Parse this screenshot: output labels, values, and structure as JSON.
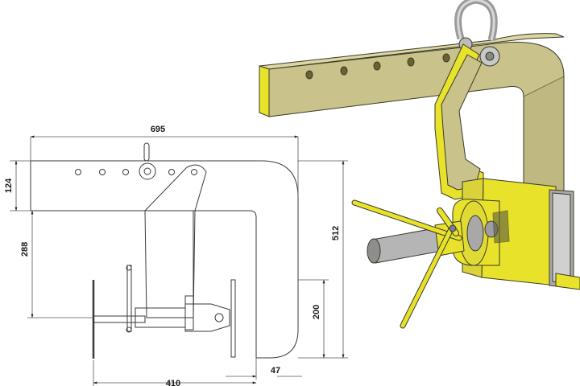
{
  "drawing": {
    "dimensions": {
      "overall_width": "695",
      "arm_height": "124",
      "throat_depth": "288",
      "overall_height": "512",
      "lower_jaw_height": "200",
      "jaw_thickness": "47",
      "jaw_opening": "410"
    }
  },
  "colors": {
    "body": "#c9c28a",
    "body_dark": "#8e8856",
    "accent": "#e8e22a",
    "steel": "#b9b9b9",
    "line": "#2a2a2a"
  }
}
